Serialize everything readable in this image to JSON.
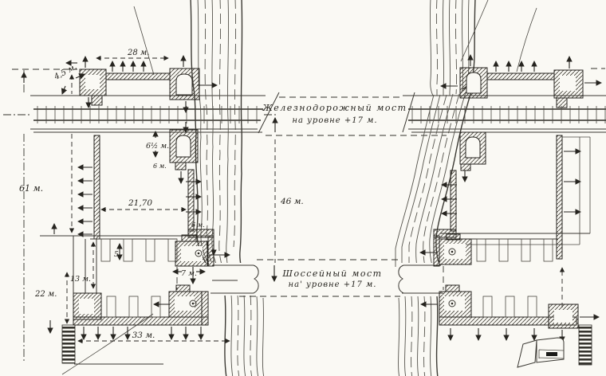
{
  "labels": {
    "railway_bridge_name": "Железнодорожный мост",
    "railway_bridge_level": "на уровне +17 м.",
    "highway_bridge_name": "Шоссейный мост",
    "highway_bridge_level": "на' уровне +17 м.",
    "dim_28m": "28 м.",
    "dim_4_5m": "4,5 м.",
    "dim_61m": "61 м.",
    "dim_6_5m": "6½ м.",
    "dim_6m_upper": "6 м.",
    "dim_6m_lower": "6 м.",
    "dim_21_70": "21,70",
    "dim_46m": "46 м.",
    "dim_5": "5",
    "dim_13m": "13 м.",
    "dim_22m": "22 м.",
    "dim_7m": "7 м.",
    "dim_33m": "33 м."
  },
  "colors": {
    "ink": "#26241f",
    "paper": "#faf9f4"
  }
}
